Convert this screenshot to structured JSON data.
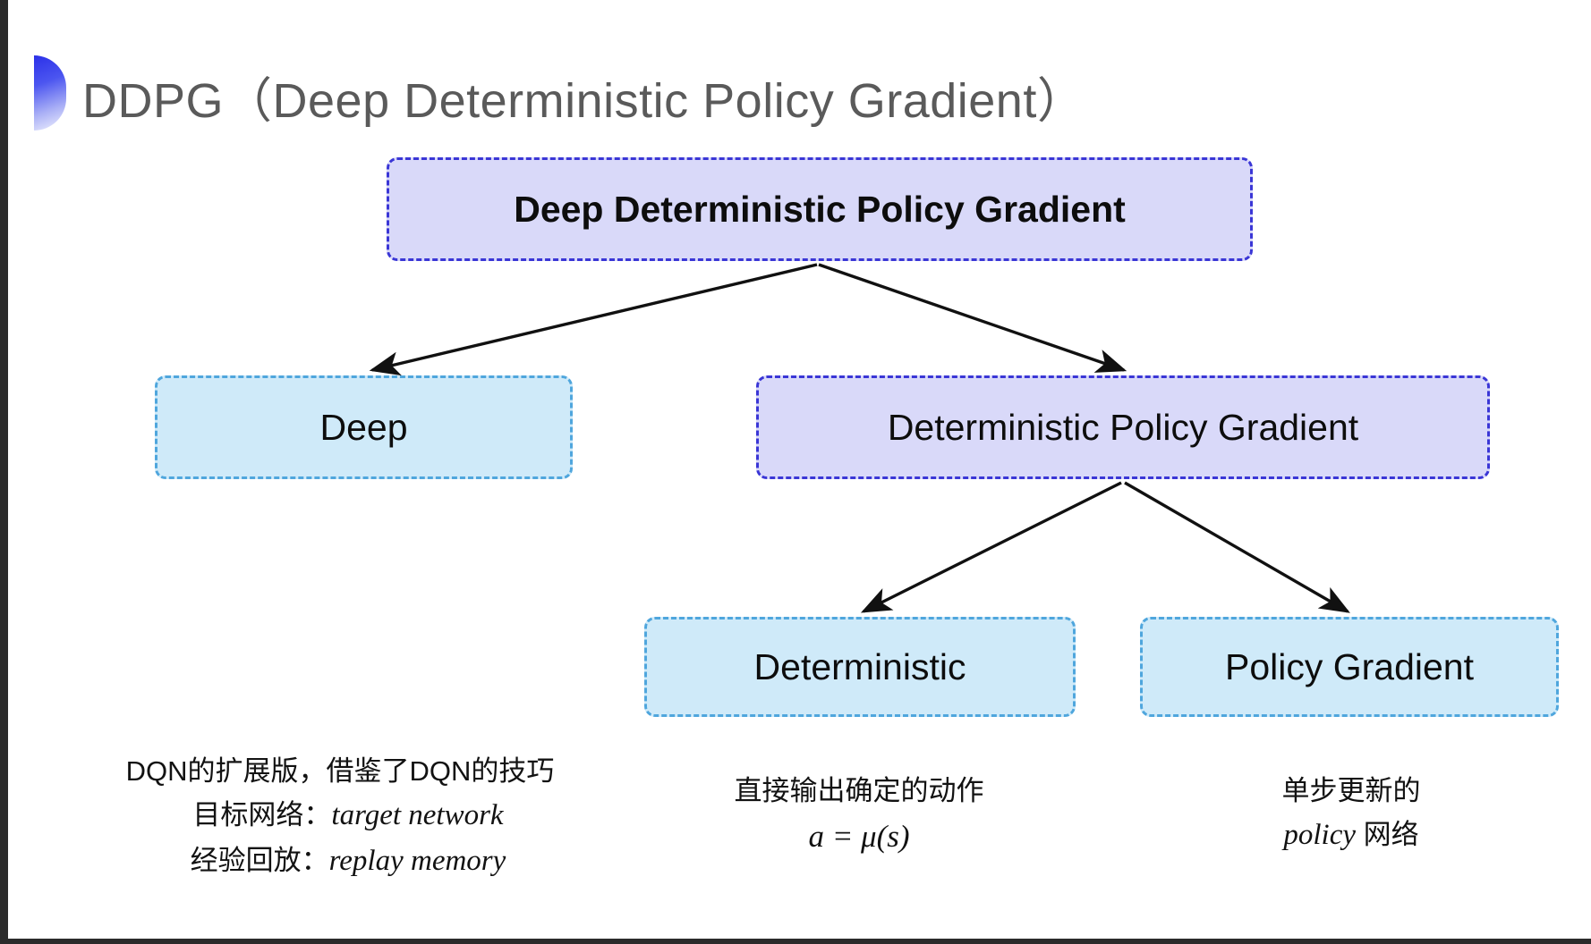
{
  "slide": {
    "title": "DDPG（Deep Deterministic Policy Gradient）",
    "background_color": "#ffffff"
  },
  "colors": {
    "title_text": "#5a5a5a",
    "bullet_gradient_start": "#2b30e8",
    "bullet_gradient_end": "#f2f3fe",
    "level_fill_purple": "#d9d9f9",
    "level_border_purple": "#3a36d6",
    "leaf_fill_blue": "#cfeaf9",
    "leaf_border_blue": "#4fa6dd",
    "arrow_color": "#111111",
    "body_text": "#121212"
  },
  "diagram": {
    "type": "tree",
    "nodes": [
      {
        "id": "root",
        "label": "Deep Deterministic Policy Gradient",
        "style": "purple-dashed"
      },
      {
        "id": "deep",
        "label": "Deep",
        "style": "blue-dashed"
      },
      {
        "id": "dpg",
        "label": "Deterministic Policy Gradient",
        "style": "purple-dashed"
      },
      {
        "id": "deterministic",
        "label": "Deterministic",
        "style": "blue-dashed"
      },
      {
        "id": "policy_gradient",
        "label": "Policy Gradient",
        "style": "blue-dashed"
      }
    ],
    "edges": [
      {
        "from": "root",
        "to": "deep"
      },
      {
        "from": "root",
        "to": "dpg"
      },
      {
        "from": "dpg",
        "to": "deterministic"
      },
      {
        "from": "dpg",
        "to": "policy_gradient"
      }
    ]
  },
  "captions": {
    "deep": {
      "line1": "DQN的扩展版，借鉴了DQN的技巧",
      "line2_label": "目标网络：",
      "line2_term": "target network",
      "line3_label": "经验回放：",
      "line3_term": "replay memory"
    },
    "deterministic": {
      "line1": "直接输出确定的动作",
      "formula": "a = μ(s)"
    },
    "policy_gradient": {
      "line1": "单步更新的",
      "line2_term": "policy",
      "line2_suffix": " 网络"
    }
  }
}
